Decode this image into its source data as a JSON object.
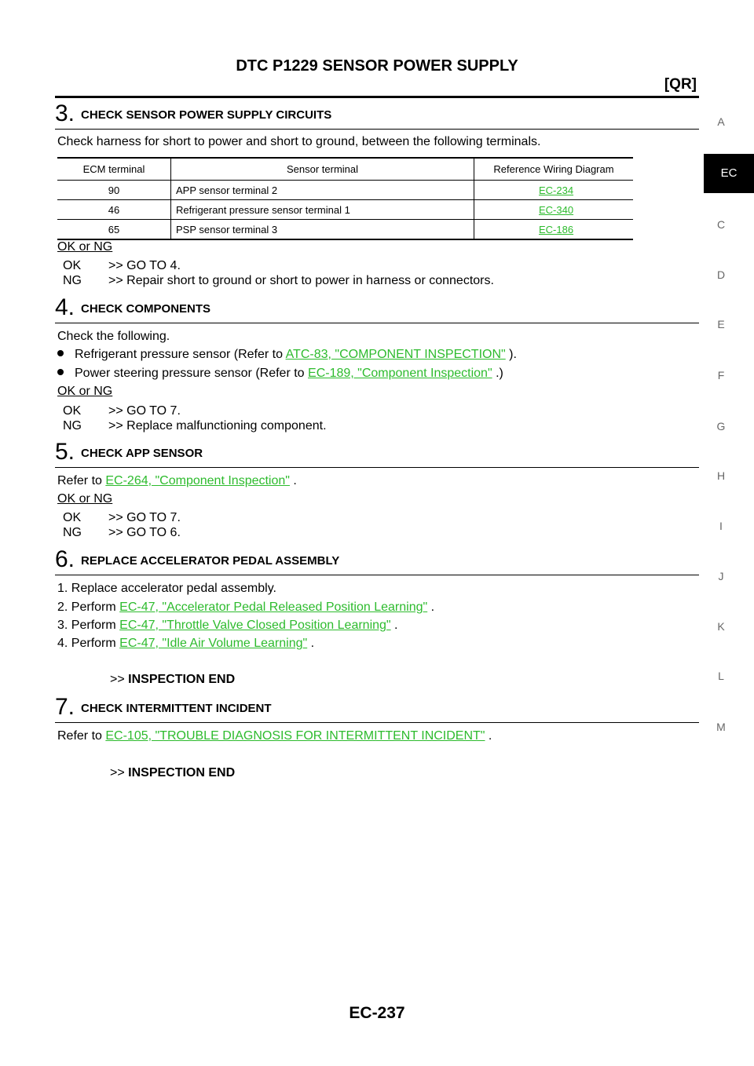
{
  "header": {
    "title": "DTC P1229 SENSOR POWER SUPPLY",
    "subtitle": "[QR]"
  },
  "step3": {
    "num": "3.",
    "title": "CHECK SENSOR POWER SUPPLY CIRCUITS",
    "text": "Check harness for short to power and short to ground, between the following terminals.",
    "table": {
      "headers": [
        "ECM terminal",
        "Sensor terminal",
        "Reference Wiring Diagram"
      ],
      "rows": [
        [
          "90",
          "APP sensor terminal 2",
          "EC-234"
        ],
        [
          "46",
          "Refrigerant pressure sensor terminal 1",
          "EC-340"
        ],
        [
          "65",
          "PSP sensor terminal 3",
          "EC-186"
        ]
      ]
    },
    "ok_ng": "OK or NG",
    "ok_key": "OK",
    "ok_val": ">> GO TO 4.",
    "ng_key": "NG",
    "ng_val": ">> Repair short to ground or short to power in harness or connectors."
  },
  "step4": {
    "num": "4.",
    "title": "CHECK COMPONENTS",
    "text": "Check the following.",
    "b1_pre": "Refrigerant pressure sensor (Refer to ",
    "b1_link": "ATC-83, \"COMPONENT INSPECTION\"",
    "b1_post": " ).",
    "b2_pre": "Power steering pressure sensor (Refer to ",
    "b2_link": "EC-189, \"Component Inspection\"",
    "b2_post": " .)",
    "ok_ng": "OK or NG",
    "ok_key": "OK",
    "ok_val": ">> GO TO 7.",
    "ng_key": "NG",
    "ng_val": ">> Replace malfunctioning component."
  },
  "step5": {
    "num": "5.",
    "title": "CHECK APP SENSOR",
    "pre": "Refer to ",
    "link": "EC-264, \"Component Inspection\"",
    "post": " .",
    "ok_ng": "OK or NG",
    "ok_key": "OK",
    "ok_val": ">> GO TO 7.",
    "ng_key": "NG",
    "ng_val": ">> GO TO 6."
  },
  "step6": {
    "num": "6.",
    "title": "REPLACE ACCELERATOR PEDAL ASSEMBLY",
    "i1": "1.  Replace accelerator pedal assembly.",
    "i2_pre": "2.  Perform ",
    "i2_link": "EC-47, \"Accelerator Pedal Released Position Learning\"",
    "i2_post": " .",
    "i3_pre": "3.  Perform ",
    "i3_link": "EC-47, \"Throttle Valve Closed Position Learning\"",
    "i3_post": " .",
    "i4_pre": "4.  Perform ",
    "i4_link": "EC-47, \"Idle Air Volume Learning\"",
    "i4_post": " .",
    "end_pre": ">> ",
    "end": "INSPECTION END"
  },
  "step7": {
    "num": "7.",
    "title": "CHECK INTERMITTENT INCIDENT",
    "pre": "Refer to ",
    "link": "EC-105, \"TROUBLE DIAGNOSIS FOR INTERMITTENT INCIDENT\"",
    "post": " .",
    "end_pre": ">> ",
    "end": "INSPECTION END"
  },
  "side_index": [
    "A",
    "EC",
    "C",
    "D",
    "E",
    "F",
    "G",
    "H",
    "I",
    "J",
    "K",
    "L",
    "M"
  ],
  "side_active": "EC",
  "footer": {
    "page": "EC-237"
  },
  "colors": {
    "link": "#2dbb2d",
    "side_text": "#666666",
    "side_active_bg": "#000000"
  }
}
